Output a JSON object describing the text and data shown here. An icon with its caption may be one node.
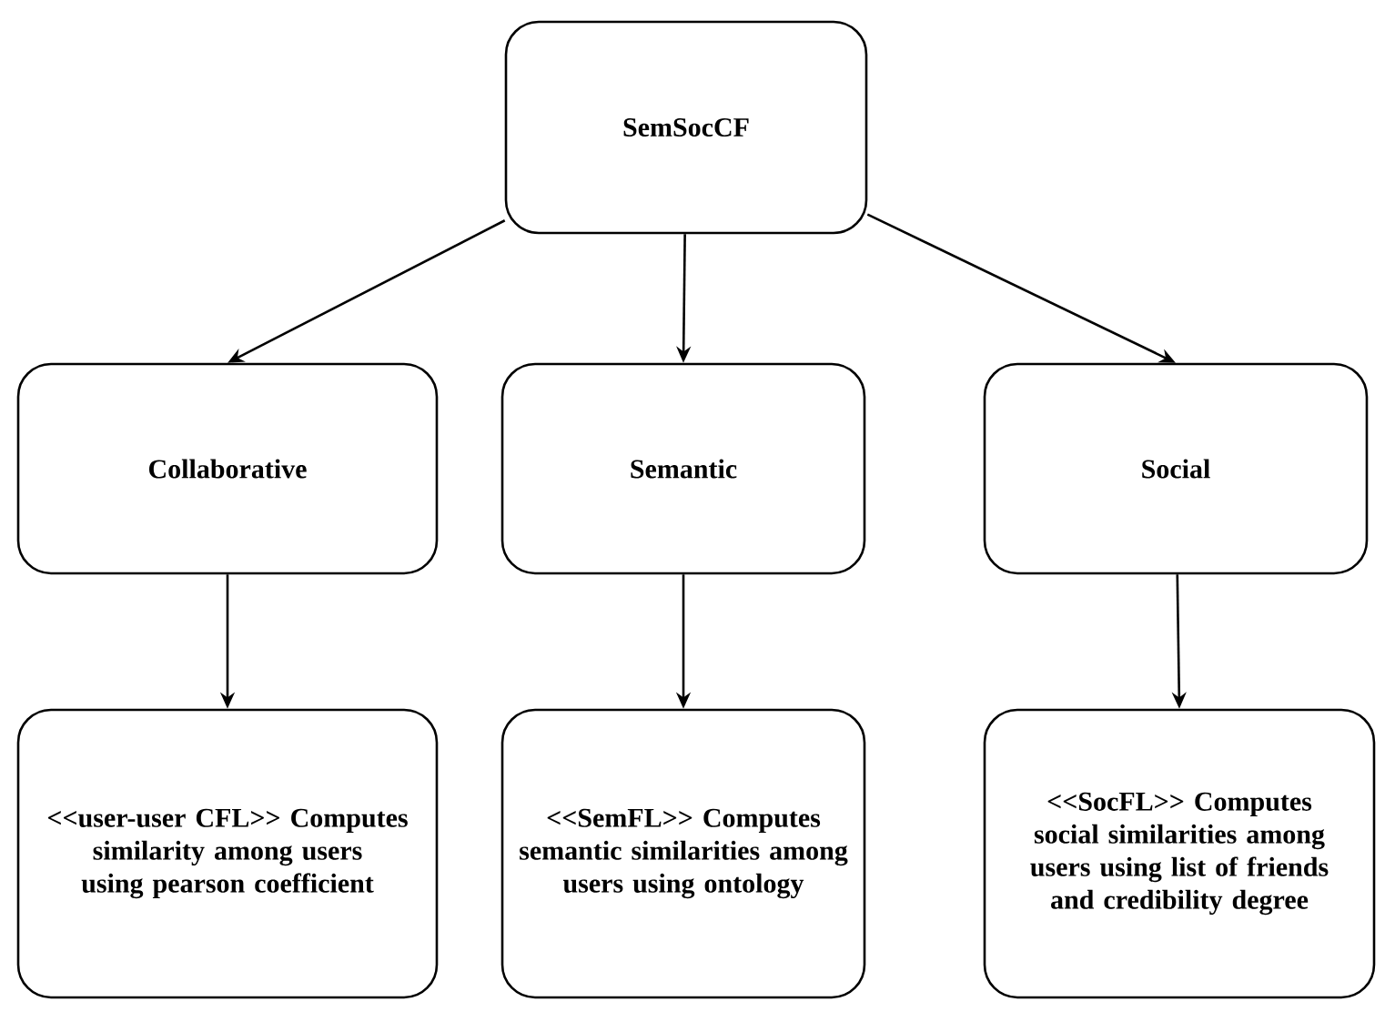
{
  "diagram": {
    "nodes": [
      {
        "text": [
          "SemSocCF"
        ]
      },
      {
        "text": [
          "Collaborative"
        ]
      },
      {
        "text": [
          "Semantic"
        ]
      },
      {
        "text": [
          "Social"
        ]
      },
      {
        "text": [
          "<<user-user CFL>> Computes similarity among users using pearson coefficient"
        ]
      },
      {
        "text": [
          "<<SemFL>> Computes semantic similarities among users using ontology"
        ]
      },
      {
        "text": [
          "<<SocFL>> Computes social similarities among users using list of friends and credibility degree"
        ]
      }
    ],
    "edges": [
      {
        "from": 0,
        "to": 1,
        "arrow": "to"
      },
      {
        "from": 0,
        "to": 2,
        "arrow": "to"
      },
      {
        "from": 0,
        "to": 3,
        "arrow": "to"
      },
      {
        "from": 1,
        "to": 4,
        "arrow": "to"
      },
      {
        "from": 2,
        "to": 5,
        "arrow": "to"
      },
      {
        "from": 3,
        "to": 6,
        "arrow": "to"
      }
    ]
  }
}
